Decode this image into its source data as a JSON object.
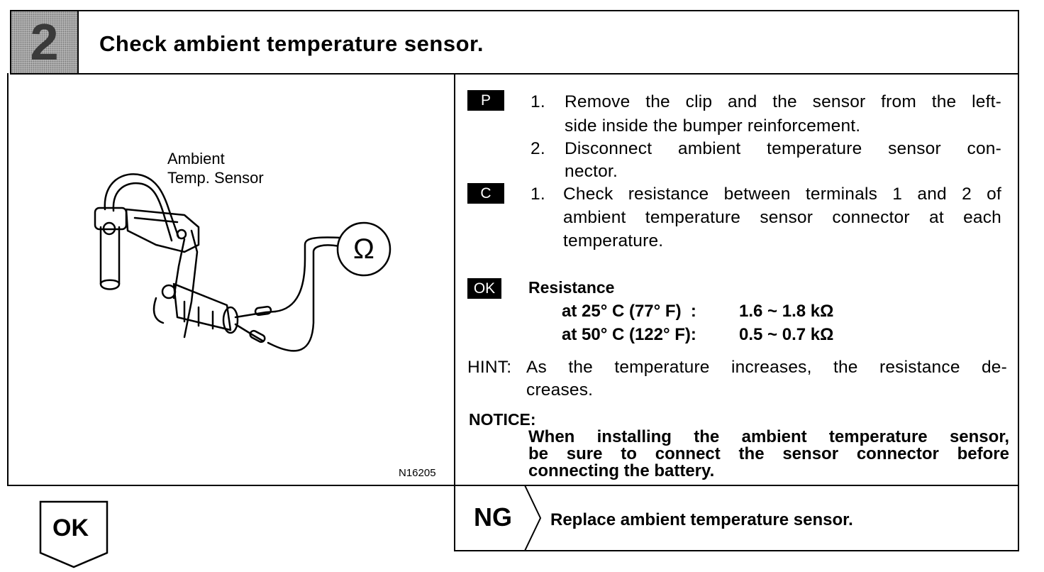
{
  "header": {
    "step_number": "2",
    "title": "Check ambient temperature sensor."
  },
  "figure": {
    "label_line1": "Ambient",
    "label_line2": "Temp. Sensor",
    "ohm_symbol": "Ω",
    "code": "N16205"
  },
  "prepare": {
    "tag": "P",
    "steps": [
      {
        "num": "1.",
        "line1": "Remove the clip and the sensor from the left-",
        "line2": "side inside the bumper reinforcement."
      },
      {
        "num": "2.",
        "line1": "Disconnect ambient temperature sensor con-",
        "line2": "nector."
      }
    ]
  },
  "check": {
    "tag": "C",
    "steps": [
      {
        "num": "1.",
        "line1": "Check resistance between terminals 1 and 2 of",
        "line2": "ambient temperature sensor connector at each",
        "line3": "temperature."
      }
    ]
  },
  "ok_spec": {
    "tag": "OK",
    "title": "Resistance",
    "rows": [
      {
        "condition": "at 25° C (77° F)  :",
        "value": "1.6 ~ 1.8 kΩ"
      },
      {
        "condition": "at 50° C (122° F):",
        "value": "0.5 ~ 0.7 kΩ"
      }
    ]
  },
  "hint": {
    "label": "HINT:",
    "line1": "As the temperature increases, the resistance de-",
    "line2": "creases."
  },
  "notice": {
    "title": "NOTICE:",
    "line1": "When installing the ambient temperature sensor,",
    "line2": "be sure to connect the sensor connector before",
    "line3": "connecting the battery."
  },
  "ng": {
    "label": "NG",
    "action": "Replace ambient temperature sensor."
  },
  "ok_result": {
    "label": "OK"
  }
}
